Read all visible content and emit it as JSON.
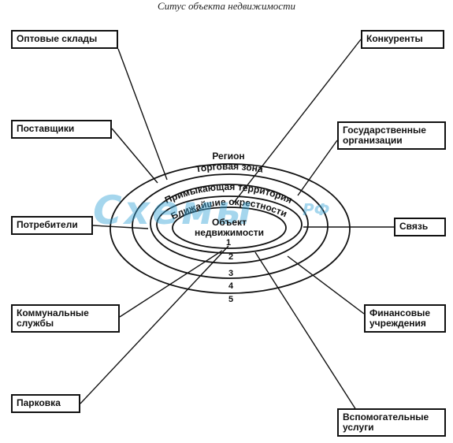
{
  "title": "Ситус объекта недвижимости",
  "boxes": {
    "wholesale": "Оптовые склады",
    "suppliers": "Поставщики",
    "consumers": "Потребители",
    "utilities": "Коммунальные\nслужбы",
    "parking": "Парковка",
    "competitors": "Конкуренты",
    "government": "Государственные\nорганизации",
    "communication": "Связь",
    "financial": "Финансовые\nучреждения",
    "auxiliary": "Вспомогательные\nуслуги"
  },
  "rings": {
    "region": "Регион",
    "trade_zone": "Торговая зона",
    "adjacent": "Примыкающая территория",
    "vicinity": "Ближайшие окрестности",
    "object": "Объект\nнедвижимости"
  },
  "ring_numbers": [
    "1",
    "2",
    "3",
    "4",
    "5"
  ],
  "watermark": {
    "text": "Схемы",
    "suffix": "РФ",
    "color": "#3aa6d8"
  }
}
